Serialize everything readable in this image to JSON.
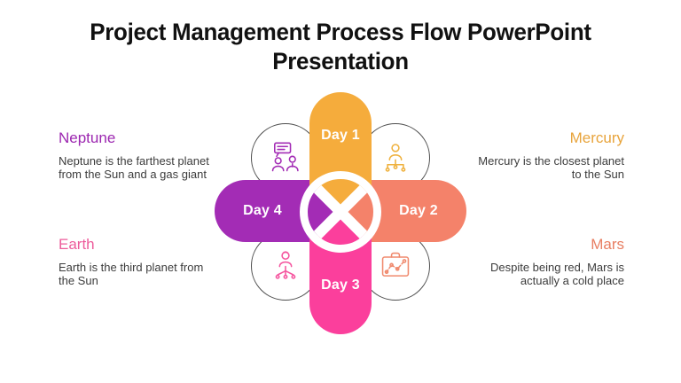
{
  "title": "Project Management Process Flow PowerPoint Presentation",
  "colors": {
    "day1": "#F5AC3C",
    "day2": "#F4826A",
    "day3": "#FB3F9C",
    "day4": "#A32CB5",
    "neptune": "#9C27B0",
    "mercury": "#E8A43C",
    "earth": "#ED5C9B",
    "mars": "#E87E62",
    "body_text": "#3C3C3C",
    "circle_outline": "#4D4D4D"
  },
  "diagram": {
    "center_icon": "crossed-circle-icon",
    "days": [
      {
        "label": "Day 1",
        "color": "#F5AC3C"
      },
      {
        "label": "Day 2",
        "color": "#F4826A"
      },
      {
        "label": "Day 3",
        "color": "#FB3F9C"
      },
      {
        "label": "Day 4",
        "color": "#A32CB5"
      }
    ],
    "icons": {
      "top_left": "discussion-people-icon",
      "top_right": "person-org-icon",
      "bottom_left": "person-hierarchy-icon",
      "bottom_right": "strategy-board-icon"
    }
  },
  "sections": {
    "neptune": {
      "heading": "Neptune",
      "lines": [
        "Neptune is the farthest planet",
        "from the Sun and a gas giant"
      ]
    },
    "mercury": {
      "heading": "Mercury",
      "lines": [
        "Mercury is the closest planet",
        "to the Sun"
      ]
    },
    "earth": {
      "heading": "Earth",
      "lines": [
        "Earth is the third planet from",
        "the Sun"
      ]
    },
    "mars": {
      "heading": "Mars",
      "lines": [
        "Despite being red, Mars is",
        "actually a cold place"
      ]
    }
  }
}
